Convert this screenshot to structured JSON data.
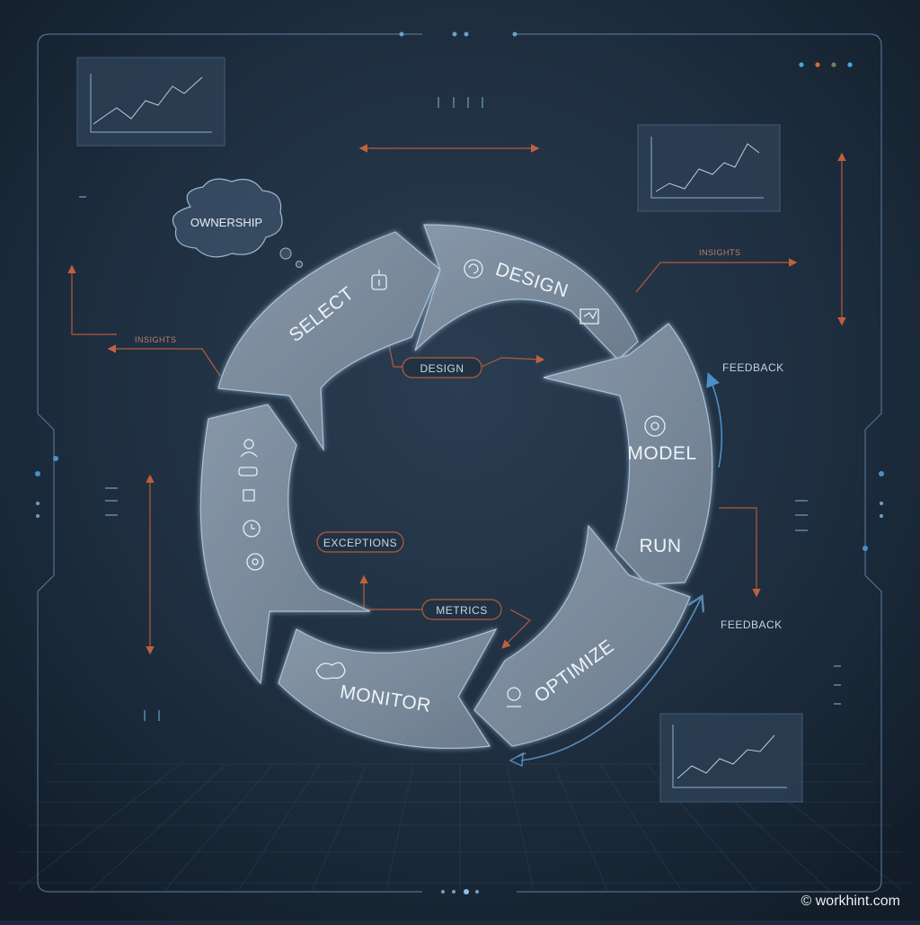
{
  "diagram": {
    "segments": {
      "select": "SELECT",
      "design": "DESIGN",
      "model": "MODEL",
      "run": "RUN",
      "optimize": "OPTIMIZE",
      "monitor": "MONITOR"
    },
    "cloud_label": "OWNERSHIP",
    "pills": {
      "design": "DESIGN",
      "exceptions": "EXCEPTIONS",
      "metrics": "METRICS"
    },
    "feedback_top": "FEEDBACK",
    "feedback_bottom": "FEEDBACK",
    "small_label_left": "INSIGHTS",
    "small_label_right": "INSIGHTS"
  },
  "footer": {
    "brand": "© workhint.com"
  },
  "colors": {
    "background": "#1b2b3b",
    "panel_line": "#6f8fae",
    "segment_fill": "#7e8e9e",
    "accent_orange": "#c0603c",
    "accent_blue": "#4a90c8"
  }
}
